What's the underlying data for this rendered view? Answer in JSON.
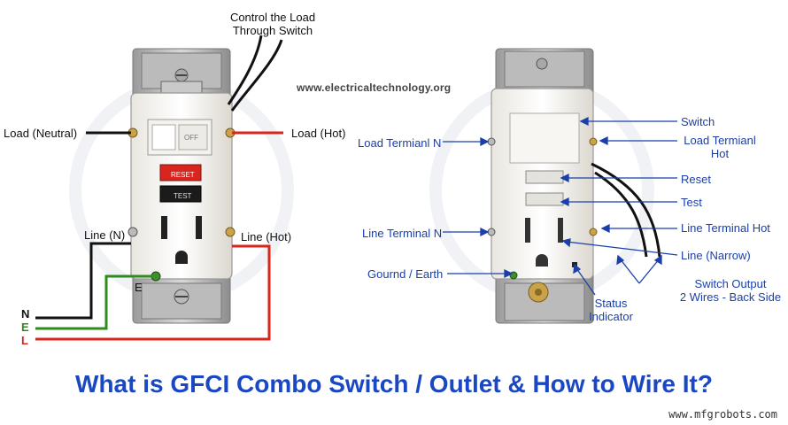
{
  "labels": {
    "control_load": [
      "Control the Load",
      "Through Switch"
    ],
    "load_neutral": "Load (Neutral)",
    "load_hot": "Load (Hot)",
    "line_n": "Line (N)",
    "line_hot": "Line (Hot)",
    "e_marker": "E",
    "n_letter": "N",
    "e_letter": "E",
    "l_letter": "L",
    "website": "www.electricaltechnology.org",
    "switch_on_device": "OFF",
    "reset_on_device": "RESET",
    "test_on_device": "TEST",
    "right_switch": "Switch",
    "right_load_term_hot": [
      "Load Termianl",
      "Hot"
    ],
    "right_reset": "Reset",
    "right_test": "Test",
    "right_line_term_hot": "Line Terminal Hot",
    "right_line_narrow": "Line (Narrow)",
    "right_switch_output": [
      "Switch Output",
      "2 Wires - Back Side"
    ],
    "right_load_term_n": "Load Termianl N",
    "right_line_term_n": "Line Terminal N",
    "right_ground": "Gournd / Earth",
    "right_status": [
      "Status",
      "Indicator"
    ]
  },
  "title": "What is GFCI Combo Switch / Outlet & How to Wire It?",
  "credit": "www.mfgrobots.com",
  "colors": {
    "neutral_wire": "#111111",
    "earth_wire": "#2e8b1e",
    "live_wire": "#d8261e",
    "annotation": "#1a3faa",
    "title": "#1a48c4"
  }
}
